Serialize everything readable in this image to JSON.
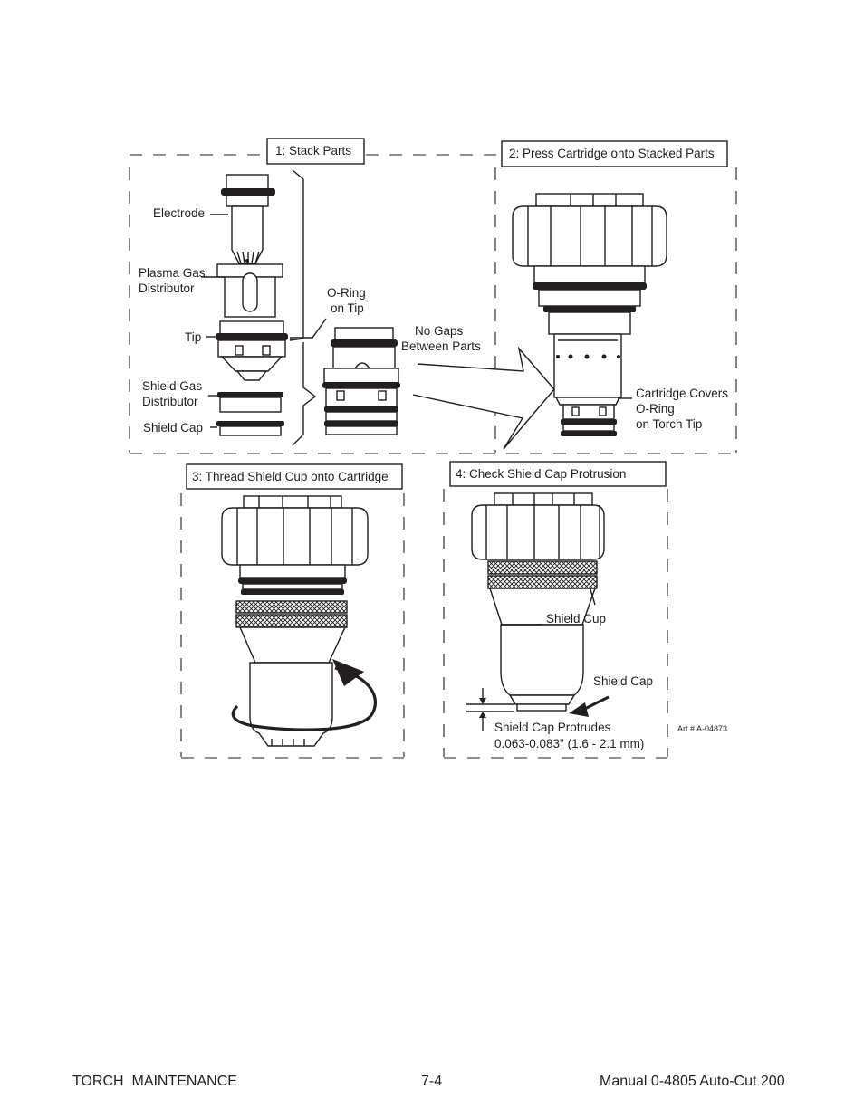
{
  "steps": {
    "step1": "1: Stack Parts",
    "step2": "2: Press Cartridge onto Stacked Parts",
    "step3": "3: Thread Shield Cup onto Cartridge",
    "step4": "4: Check Shield Cap Protrusion"
  },
  "labels": {
    "electrode": "Electrode",
    "plasma_gas_1": "Plasma Gas",
    "plasma_gas_2": "Distributor",
    "tip": "Tip",
    "shield_gas_1": "Shield Gas",
    "shield_gas_2": "Distributor",
    "shield_cap": "Shield Cap",
    "oring_tip_1": "O-Ring",
    "oring_tip_2": "on Tip",
    "no_gaps_1": "No Gaps",
    "no_gaps_2": "Between Parts",
    "covers_1": "Cartridge Covers",
    "covers_2": "O-Ring",
    "covers_3": "on Torch Tip",
    "shield_cup": "Shield Cup",
    "shield_cap_4": "Shield Cap",
    "protrudes_1": "Shield Cap Protrudes",
    "protrudes_2": "0.063-0.083\" (1.6 - 2.1 mm)",
    "art_no": "Art # A-04873"
  },
  "footer": {
    "section": "TORCH  MAINTENANCE",
    "page": "7-4",
    "manual": "Manual 0-4805 Auto-Cut 200"
  }
}
